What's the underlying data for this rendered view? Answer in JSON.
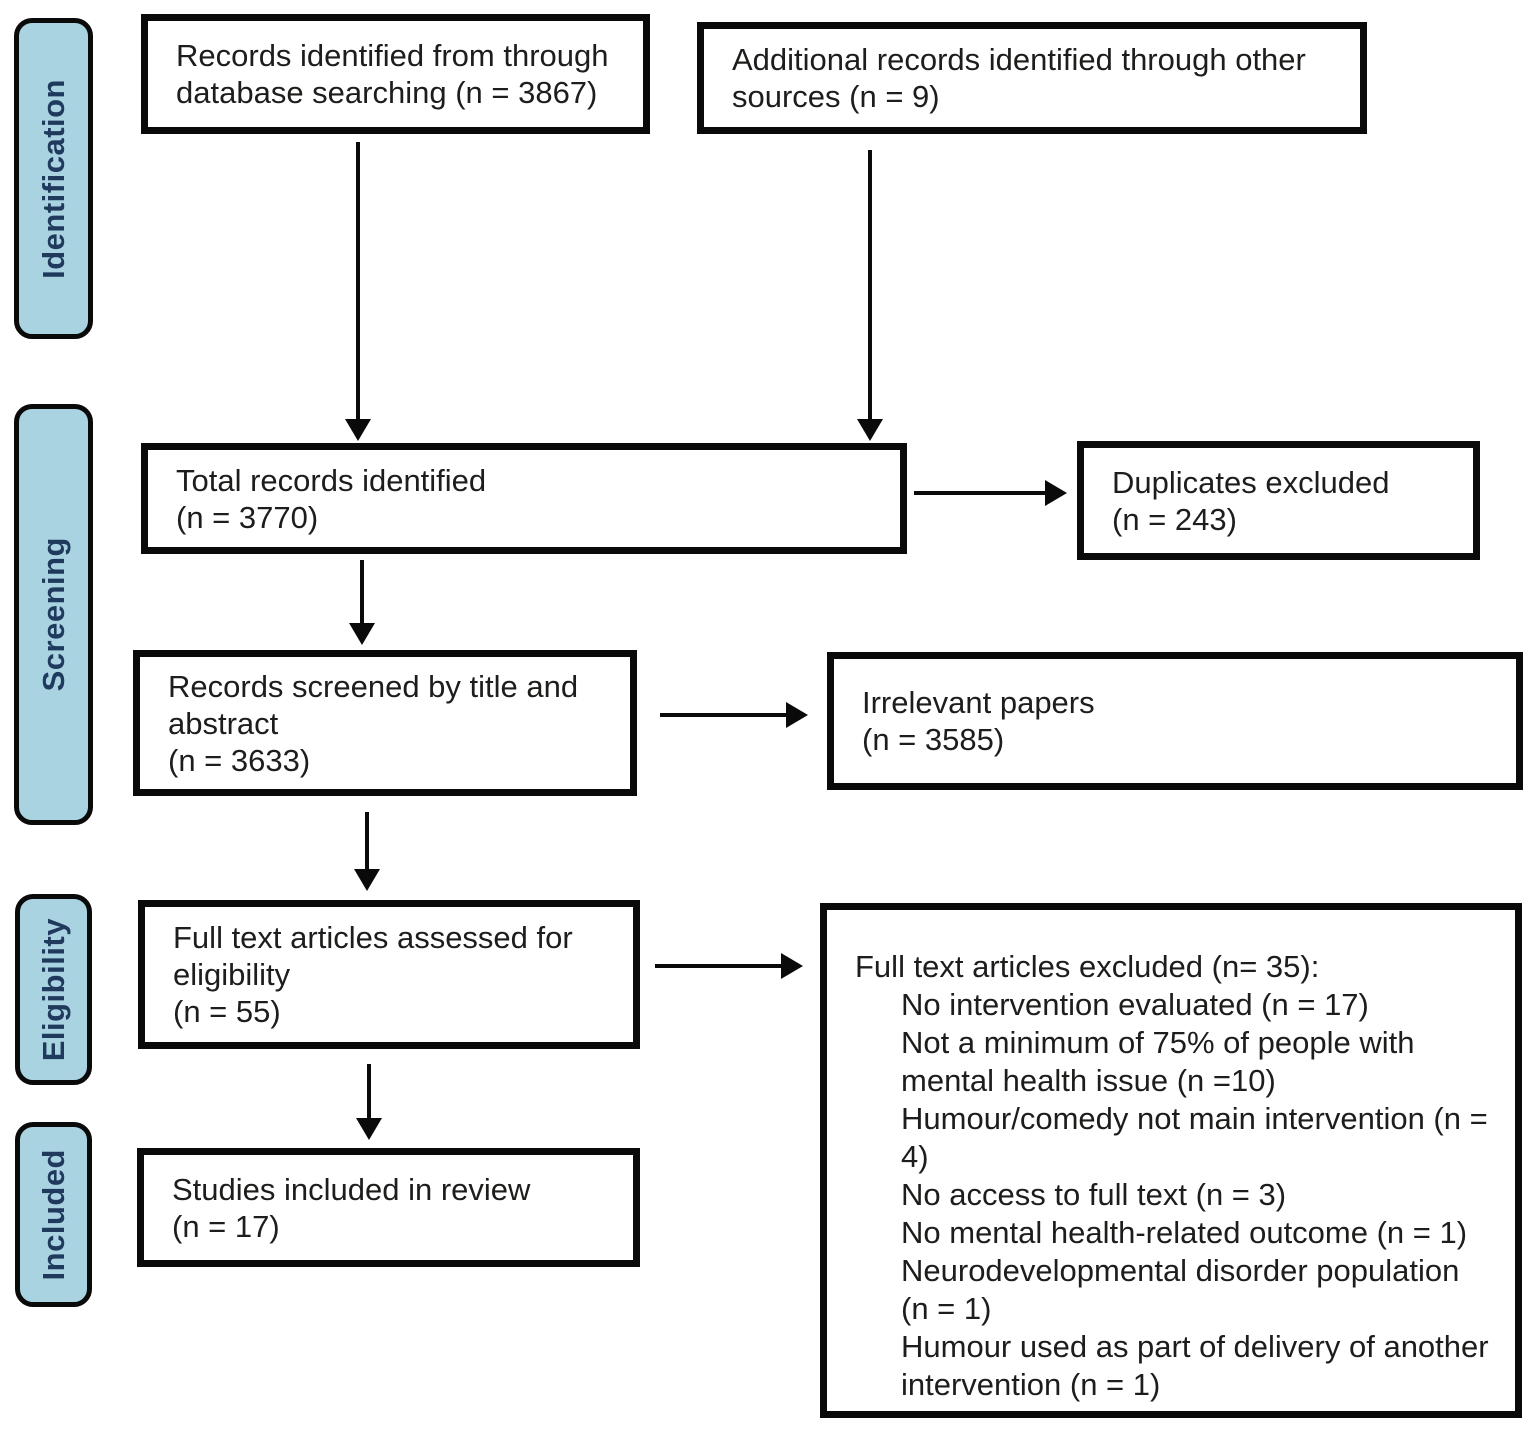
{
  "colors": {
    "stage_fill": "#a9d3e1",
    "stage_text": "#1f3a5c",
    "ink": "#0a0a0a",
    "text": "#1d1d1b",
    "box_fill": "#ffffff"
  },
  "stages": [
    {
      "label": "Identification"
    },
    {
      "label": "Screening"
    },
    {
      "label": "Eligibility"
    },
    {
      "label": "Included"
    }
  ],
  "boxes": {
    "records_database": {
      "text": "Records identified from through\ndatabase searching (n = 3867)"
    },
    "additional_records": {
      "text": "Additional records identified through other\nsources (n = 9)"
    },
    "total_records": {
      "text": "Total records identified\n(n = 3770)"
    },
    "duplicates_excluded": {
      "text": "Duplicates excluded\n(n = 243)"
    },
    "records_screened": {
      "text": "Records screened by title and\nabstract\n(n = 3633)"
    },
    "irrelevant_papers": {
      "text": "Irrelevant papers\n(n = 3585)"
    },
    "fulltext_assessed": {
      "text": "Full text articles assessed for\neligibility\n(n = 55)"
    },
    "fulltext_excluded": {
      "title": "Full text articles excluded (n= 35):",
      "items": [
        "No intervention evaluated (n = 17)",
        "Not a minimum of 75% of people with mental health issue (n =10)",
        "Humour/comedy not main intervention (n = 4)",
        "No access to full text (n = 3)",
        "No mental health-related outcome (n = 1)",
        "Neurodevelopmental disorder population (n = 1)",
        "Humour used as part of delivery of another intervention (n = 1)"
      ]
    },
    "studies_included": {
      "text": "Studies included in review\n(n = 17)"
    }
  }
}
